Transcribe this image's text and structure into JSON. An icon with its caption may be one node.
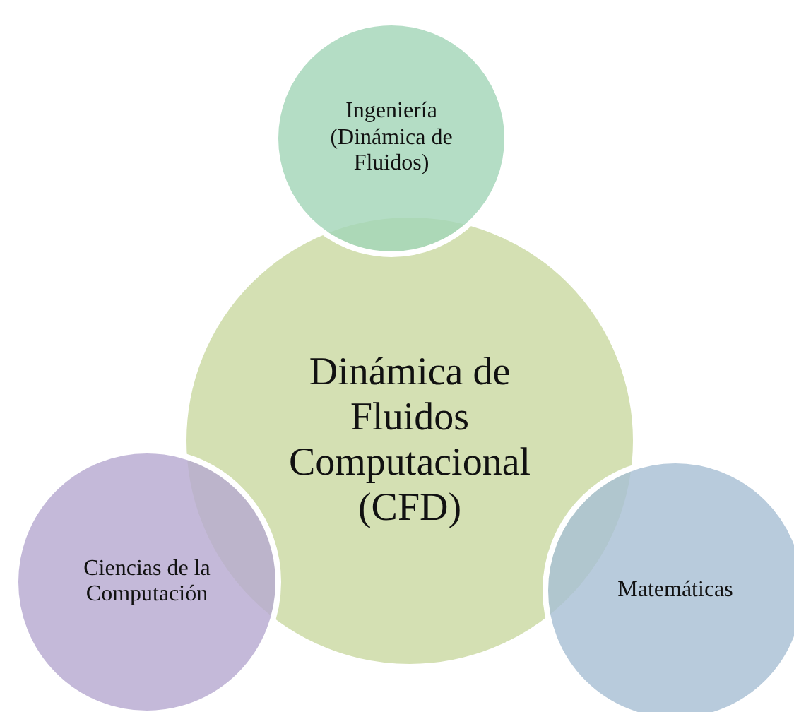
{
  "diagram": {
    "nodes": [
      {
        "text": [
          "Ingeniería (Dinámica de Fluidos)"
        ]
      },
      {
        "text": [
          "Dinámica de Fluidos Computacional (CFD)"
        ]
      },
      {
        "text": [
          "Ciencias de la Computación"
        ]
      },
      {
        "text": [
          "Matemáticas"
        ]
      }
    ]
  }
}
